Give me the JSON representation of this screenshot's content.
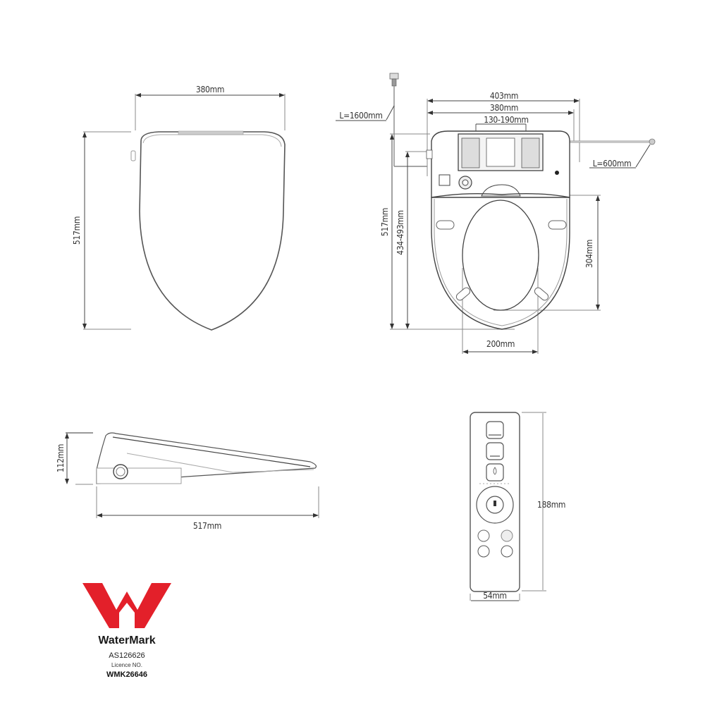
{
  "drawing": {
    "top_view": {
      "width_label": "380mm",
      "length_label": "517mm"
    },
    "bottom_view": {
      "overall_width_label": "403mm",
      "seat_width_label": "380mm",
      "bracket_range_label": "130-190mm",
      "hose_length_label": "L=1600mm",
      "cord_length_label": "L=600mm",
      "length_label": "517mm",
      "bracket_to_front_label": "434-493mm",
      "opening_length_label": "304mm",
      "opening_width_label": "200mm"
    },
    "side_view": {
      "height_label": "112mm",
      "length_label": "517mm"
    },
    "remote": {
      "height_label": "188mm",
      "width_label": "54mm"
    }
  },
  "certification": {
    "brand": "WaterMark",
    "standard": "AS126626",
    "licence_label": "Licence NO.",
    "licence_number": "WMK26646",
    "logo_color": "#e3202a"
  }
}
